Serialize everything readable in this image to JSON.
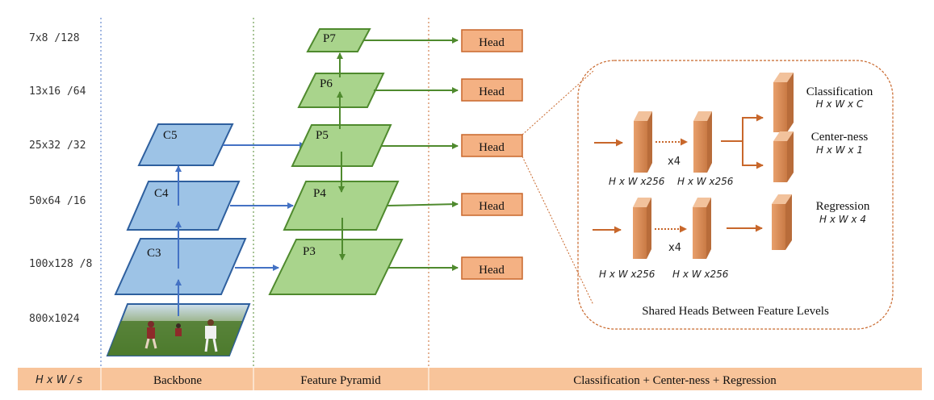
{
  "scale_labels": [
    {
      "id": "7x8",
      "text": "7x8  /128"
    },
    {
      "id": "13x16",
      "text": "13x16  /64"
    },
    {
      "id": "25x32",
      "text": "25x32  /32"
    },
    {
      "id": "50x64",
      "text": "50x64  /16"
    },
    {
      "id": "100x128",
      "text": "100x128  /8"
    },
    {
      "id": "800x1024",
      "text": "800x1024"
    }
  ],
  "backbone": {
    "c3": "C3",
    "c4": "C4",
    "c5": "C5"
  },
  "pyramid": {
    "p3": "P3",
    "p4": "P4",
    "p5": "P5",
    "p6": "P6",
    "p7": "P7"
  },
  "head_label": "Head",
  "shared_heads": {
    "caption": "Shared Heads Between Feature Levels",
    "feat_labels": {
      "in": "H x W x256",
      "out": "H x W x256"
    },
    "repeat": "x4",
    "classification": {
      "title": "Classification",
      "shape": "H x W x C"
    },
    "centerness": {
      "title": "Center-ness",
      "shape": "H x W x 1"
    },
    "regression": {
      "title": "Regression",
      "shape": "H x W x 4"
    }
  },
  "footer": {
    "col1": "H x W  / s",
    "col2": "Backbone",
    "col3": "Feature Pyramid",
    "col4": "Classification + Center-ness + Regression"
  },
  "colors": {
    "blue_fill": "#9dc3e6",
    "blue_stroke": "#2e5f9e",
    "green_fill": "#a9d48c",
    "green_stroke": "#4f8a2e",
    "head_fill": "#f4b183",
    "orange": "#c8672b",
    "footer": "#f8c49a"
  }
}
